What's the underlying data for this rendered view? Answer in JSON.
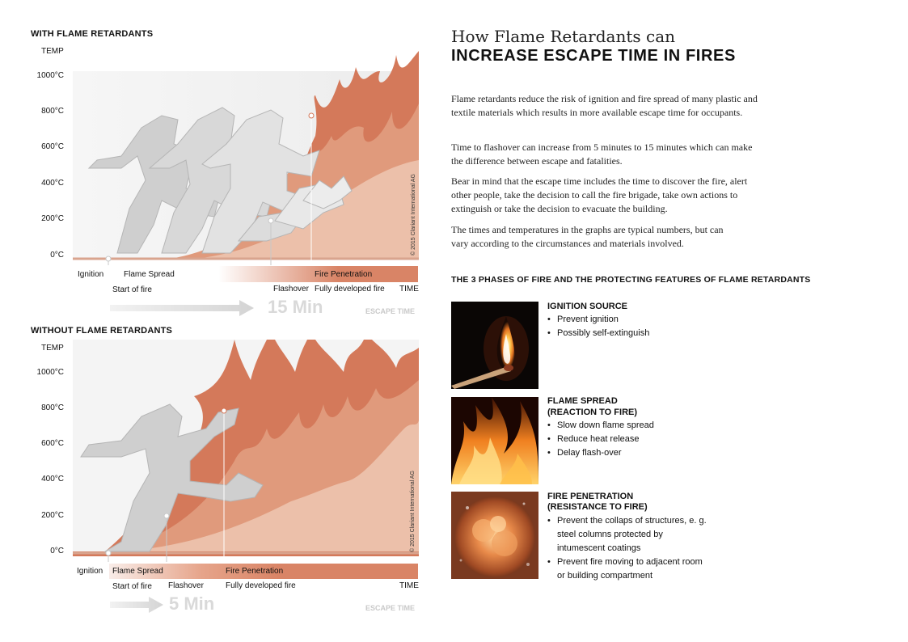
{
  "chart_top": {
    "section_title": "WITH FLAME RETARDANTS",
    "y_axis_title": "TEMP",
    "y_ticks": [
      "1000°C",
      "800°C",
      "600°C",
      "400°C",
      "200°C",
      "0°C"
    ],
    "phases": {
      "ignition": "Ignition",
      "flame_spread": "Flame Spread",
      "fire_penetration": "Fire Penetration"
    },
    "events": {
      "start": "Start of fire",
      "flashover": "Flashover",
      "fully_developed": "Fully developed fire"
    },
    "x_axis_title": "TIME",
    "escape_value": "15 Min",
    "escape_label": "ESCAPE TIME",
    "copyright": "© 2015 Clariant International AG"
  },
  "chart_bottom": {
    "section_title": "WITHOUT FLAME RETARDANTS",
    "y_axis_title": "TEMP",
    "y_ticks": [
      "1000°C",
      "800°C",
      "600°C",
      "400°C",
      "200°C",
      "0°C"
    ],
    "phases": {
      "ignition": "Ignition",
      "flame_spread": "Flame Spread",
      "fire_penetration": "Fire Penetration"
    },
    "events": {
      "start": "Start of fire",
      "flashover": "Flashover",
      "fully_developed": "Fully developed fire"
    },
    "x_axis_title": "TIME",
    "escape_value": "5 Min",
    "escape_label": "ESCAPE TIME",
    "copyright": "© 2015 Clariant International AG"
  },
  "heading": {
    "line1": "How Flame Retardants can",
    "line2": "INCREASE ESCAPE TIME IN FIRES"
  },
  "paragraphs": [
    "Flame retardants reduce the risk of ignition and fire spread of many plastic and textile materials which results in more available escape time for occupants.",
    "Time to flashover can increase from 5 minutes to 15 minutes which can make the difference between escape and fatalities.",
    "Bear in mind that the escape time includes the time to discover the fire, alert other people, take the decision to call the fire brigade, take own actions to extinguish or take the decision to evacuate the building.",
    "The times and temperatures in the graphs are typical numbers, but can vary according to the circumstances and materials involved."
  ],
  "phases_heading": "THE 3 PHASES OF FIRE AND THE PROTECTING FEATURES OF FLAME RETARDANTS",
  "phase_cards": [
    {
      "title1": "IGNITION SOURCE",
      "title2": "",
      "bullets": [
        "Prevent ignition",
        "Possibly self-extinguish"
      ]
    },
    {
      "title1": "FLAME SPREAD",
      "title2": "(REACTION TO FIRE)",
      "bullets": [
        "Slow down flame spread",
        "Reduce heat release",
        "Delay flash-over"
      ]
    },
    {
      "title1": "FIRE PENETRATION",
      "title2": "(RESISTANCE TO FIRE)",
      "bullets": [
        "Prevent the collaps of structures, e. g. steel columns protected by intumescent coatings",
        "Prevent fire moving to adjacent room or building compartment"
      ]
    }
  ],
  "colors": {
    "flame_dark": "#d4795a",
    "flame_mid": "#e09a7c",
    "flame_light": "#ecc0aa",
    "runner": "#c8c8c8",
    "escape_gray": "#d9d9d9",
    "phase_bar": "#d98466"
  }
}
